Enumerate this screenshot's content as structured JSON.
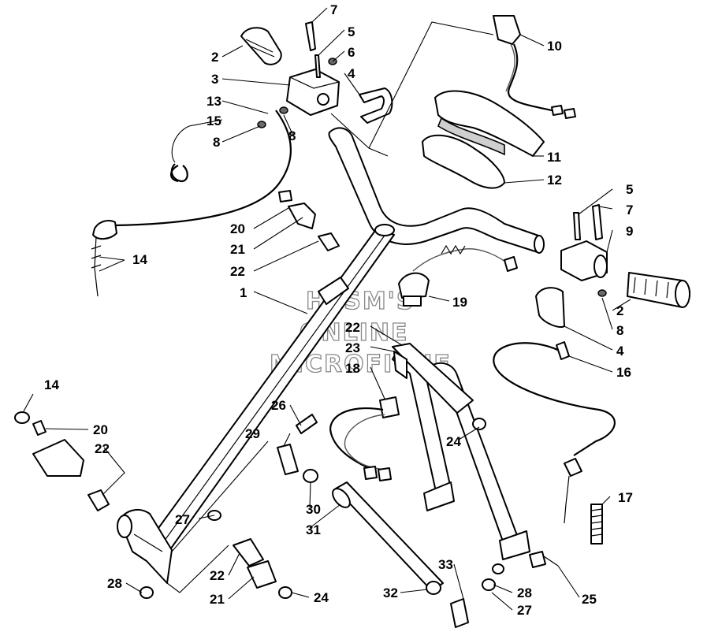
{
  "watermark": {
    "line1": "HLSM'S",
    "line2": "ONLINE",
    "line3": "MICROFICHE"
  },
  "callouts": {
    "c1": "1",
    "c2a": "2",
    "c2b": "2",
    "c3": "3",
    "c4a": "4",
    "c4b": "4",
    "c5a": "5",
    "c5b": "5",
    "c6": "6",
    "c7a": "7",
    "c7b": "7",
    "c8a": "8",
    "c8b": "8",
    "c8c": "8",
    "c9": "9",
    "c10": "10",
    "c11": "11",
    "c12": "12",
    "c13": "13",
    "c14a": "14",
    "c14b": "14",
    "c15": "15",
    "c16": "16",
    "c17": "17",
    "c18": "18",
    "c19": "19",
    "c20a": "20",
    "c20b": "20",
    "c21a": "21",
    "c21b": "21",
    "c22a": "22",
    "c22b": "22",
    "c22c": "22",
    "c22d": "22",
    "c23": "23",
    "c24a": "24",
    "c24b": "24",
    "c25": "25",
    "c26": "26",
    "c27a": "27",
    "c27b": "27",
    "c28a": "28",
    "c28b": "28",
    "c29": "29",
    "c30": "30",
    "c31": "31",
    "c32": "32",
    "c33": "33"
  }
}
